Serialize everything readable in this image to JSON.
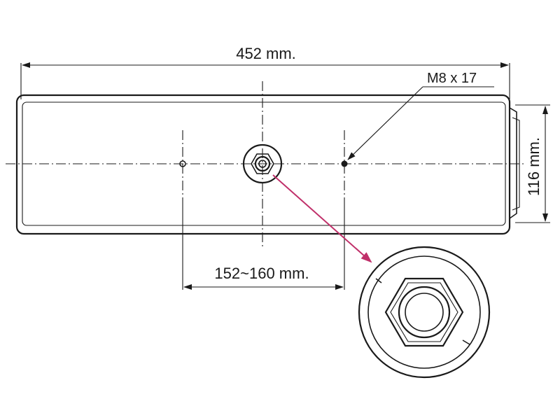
{
  "labels": {
    "overall_length": "452  mm.",
    "height": "116  mm.",
    "mount_spacing": "152~160 mm.",
    "thread_spec": "M8 x 17"
  },
  "colors": {
    "line": "#1a1a1a",
    "callout_arrow": "#c0306a",
    "background": "#ffffff"
  },
  "icons": {
    "detail_view": "hex-nut-detail-icon",
    "fitting": "center-fitting-icon"
  }
}
